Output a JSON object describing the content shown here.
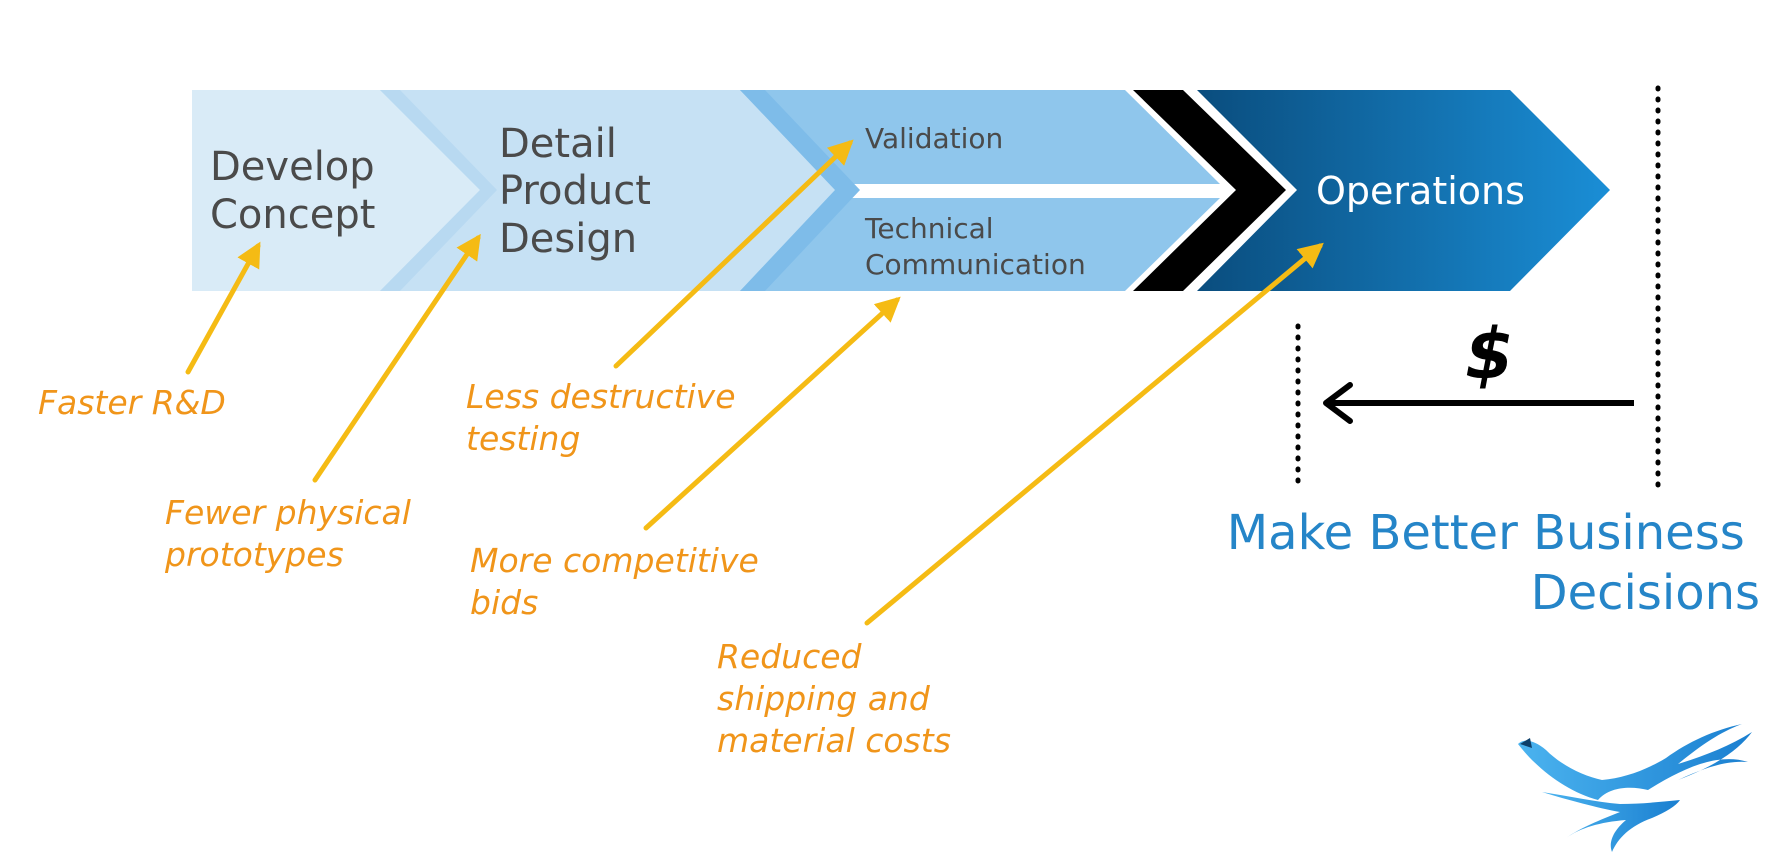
{
  "stages": {
    "develop_concept": [
      "Develop",
      "Concept"
    ],
    "detail_product_design": [
      "Detail",
      "Product",
      "Design"
    ],
    "validation": "Validation",
    "technical_communication": [
      "Technical",
      "Communication"
    ],
    "operations": "Operations"
  },
  "benefits": {
    "faster_rd": [
      "Faster R&D"
    ],
    "fewer_prototypes": [
      "Fewer physical",
      "prototypes"
    ],
    "less_testing": [
      "Less destructive",
      "testing"
    ],
    "competitive_bids": [
      "More competitive",
      "bids"
    ],
    "reduced_costs": [
      "Reduced",
      "shipping and",
      "material costs"
    ]
  },
  "cost_marker": "$",
  "headline": [
    "Make Better Business",
    "Decisions"
  ],
  "logo": "eagle-logo",
  "colors": {
    "stage1": "#d9ebf7",
    "stage2": "#c6e1f4",
    "stage3": "#8fc6ec",
    "operations_dark": "#0a4d7e",
    "operations_light": "#1a8ed6",
    "benefit_text": "#f0951a",
    "benefit_arrow": "#f5bb14",
    "headline": "#2585c8"
  }
}
